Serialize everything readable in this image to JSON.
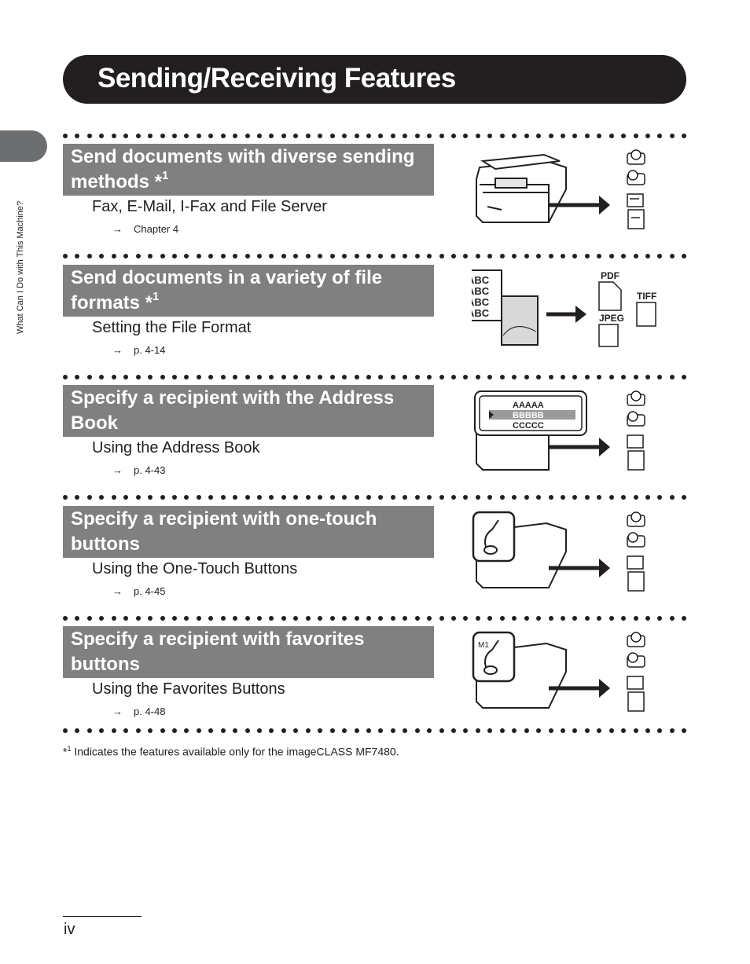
{
  "page": {
    "title": "Sending/Receiving Features",
    "side_tab_label": "What Can I Do with This Machine?",
    "page_number": "iv",
    "footnote_mark": "*",
    "footnote_superscript": "1",
    "footnote_text": "Indicates the features available only for the imageCLASS MF7480."
  },
  "sections": [
    {
      "heading": "Send documents with diverse sending methods *",
      "heading_superscript": "1",
      "subtitle": "Fax, E-Mail, I-Fax and File Server",
      "ref_arrow": "→",
      "reference": "Chapter 4",
      "illustration": "machine-to-destinations"
    },
    {
      "heading": "Send documents in a variety of file formats *",
      "heading_superscript": "1",
      "subtitle": "Setting the File Format",
      "ref_arrow": "→",
      "reference": "p. 4-14",
      "illustration": "document-to-file-formats",
      "labels": {
        "abc1": "ABC",
        "abc2": "ABC",
        "abc3": "ABC",
        "abc4": "ABC",
        "pdf": "PDF",
        "tiff": "TIFF",
        "jpeg": "JPEG"
      }
    },
    {
      "heading": "Specify a recipient with the Address Book",
      "heading_superscript": "",
      "subtitle": "Using the Address Book",
      "ref_arrow": "→",
      "reference": "p. 4-43",
      "illustration": "address-book-display",
      "labels": {
        "entry1": "AAAAA",
        "entry2": "BBBBB",
        "entry3": "CCCCC"
      }
    },
    {
      "heading": "Specify a recipient with one-touch buttons",
      "heading_superscript": "",
      "subtitle": "Using the One-Touch Buttons",
      "ref_arrow": "→",
      "reference": "p. 4-45",
      "illustration": "one-touch-button-press"
    },
    {
      "heading": "Specify a recipient with favorites buttons",
      "heading_superscript": "",
      "subtitle": "Using the Favorites Buttons",
      "ref_arrow": "→",
      "reference": "p. 4-48",
      "illustration": "favorites-button-press",
      "labels": {
        "button": "M1"
      }
    }
  ],
  "colors": {
    "banner": "#231f20",
    "section_heading_bg": "#808080",
    "side_tab": "#6d6e70"
  }
}
